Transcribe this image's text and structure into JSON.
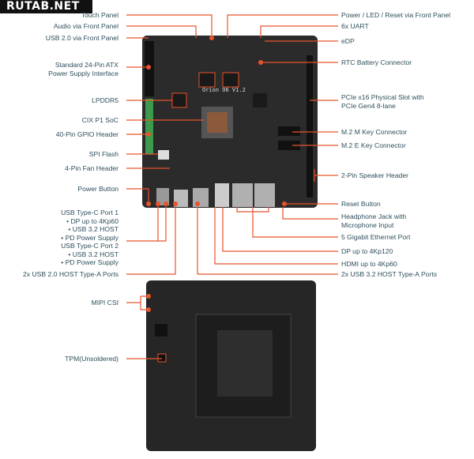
{
  "watermark": "RUTAB.NET",
  "board_silkscreen": "Orion O6 V1.2",
  "accent_color": "#e8532c",
  "left_labels": [
    {
      "text": "Touch Panel"
    },
    {
      "text": "Audio via Front Panel"
    },
    {
      "text": "USB 2.0 via Front Panel"
    },
    {
      "text": "Standard 24-Pin ATX",
      "text2": "Power Supply Interface"
    },
    {
      "text": "LPDDR5"
    },
    {
      "text": "CIX P1 SoC"
    },
    {
      "text": "40-Pin GPIO Header"
    },
    {
      "text": "SPI Flash"
    },
    {
      "text": "4-Pin Fan Header"
    },
    {
      "text": "Power Button"
    },
    {
      "lines": [
        "USB Type-C Port 1",
        "• DP up to 4Kp60",
        "• USB 3.2 HOST",
        "• PD Power Supply",
        "USB Type-C Port 2",
        "• USB 3.2 HOST",
        "• PD Power Supply"
      ]
    },
    {
      "text": "2x USB 2.0 HOST Type-A Ports"
    },
    {
      "text": "MIPI CSI"
    },
    {
      "text": "TPM(Unsoldered)"
    }
  ],
  "right_labels": [
    {
      "text": "Power / LED / Reset via Front Panel"
    },
    {
      "text": "6x UART"
    },
    {
      "text": "eDP"
    },
    {
      "text": "RTC Battery Connector"
    },
    {
      "text": "PCIe x16 Physical Slot with",
      "text2": "PCIe Gen4 8-lane"
    },
    {
      "text": "M.2 M Key Connector"
    },
    {
      "text": "M.2 E Key Connector"
    },
    {
      "text": "2-Pin Speaker Header"
    },
    {
      "text": "Reset Button"
    },
    {
      "text": "Headphone Jack with",
      "text2": "Microphone Input"
    },
    {
      "text": "5 Gigabit Ethernet Port"
    },
    {
      "text": "DP up to 4Kp120"
    },
    {
      "text": "HDMI up to 4Kp60"
    },
    {
      "text": "2x USB 3.2 HOST Type-A Ports"
    }
  ]
}
